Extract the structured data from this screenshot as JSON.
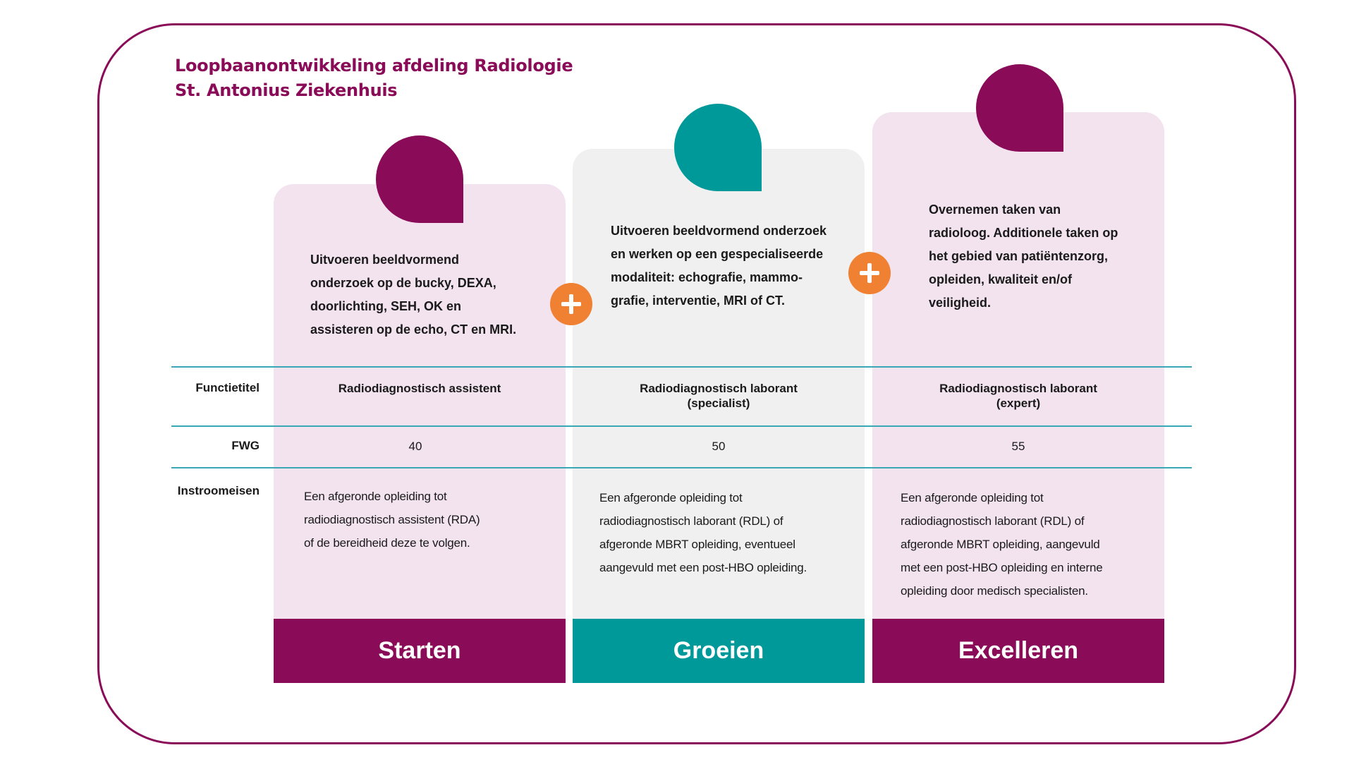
{
  "title": {
    "line1": "Loopbaanontwikkeling afdeling Radiologie",
    "line2": "St. Antonius Ziekenhuis"
  },
  "colors": {
    "purple": "#8a0b57",
    "teal": "#00999a",
    "orange": "#f08032",
    "pink_bg": "#f2e3ef",
    "grey_bg": "#f0f0f0",
    "line": "#3aa8b4"
  },
  "row_labels": {
    "functietitel": "Functietitel",
    "fwg": "FWG",
    "instroomeisen": "Instroomeisen"
  },
  "columns": [
    {
      "description": [
        "Uitvoeren  beeldvormend",
        "onderzoek op de bucky, DEXA,",
        "doorlichting,  SEH, OK  en",
        "assisteren op de echo, CT en MRI."
      ],
      "functietitel": [
        "Radiodiagnostisch  assistent"
      ],
      "fwg": "40",
      "instroomeisen": [
        "Een afgeronde opleiding tot",
        "radiodiagnostisch assistent (RDA)",
        "of de bereidheid deze te volgen."
      ],
      "phase": "Starten"
    },
    {
      "description": [
        "Uitvoeren  beeldvormend  onderzoek",
        "en werken op een gespecialiseerde",
        "modaliteit:  echografie, mammo-",
        "grafie, interventie,  MRI of CT."
      ],
      "functietitel": [
        "Radiodiagnostisch  laborant",
        "(specialist)"
      ],
      "fwg": "50",
      "instroomeisen": [
        "Een afgeronde opleiding tot",
        "radiodiagnostisch laborant (RDL) of",
        "afgeronde MBRT opleiding, eventueel",
        "aangevuld met een post-HBO opleiding."
      ],
      "phase": "Groeien"
    },
    {
      "description": [
        "Overnemen  taken  van",
        "radioloog.  Additionele  taken op",
        "het gebied  van patiëntenzorg,",
        "opleiden,  kwaliteit  en/of",
        "veiligheid."
      ],
      "functietitel": [
        "Radiodiagnostisch  laborant",
        "(expert)"
      ],
      "fwg": "55",
      "instroomeisen": [
        "Een afgeronde opleiding tot",
        "radiodiagnostisch laborant (RDL) of",
        "afgeronde MBRT  opleiding, aangevuld",
        "met een post-HBO opleiding en interne",
        "opleiding door medisch specialisten."
      ],
      "phase": "Excelleren"
    }
  ]
}
